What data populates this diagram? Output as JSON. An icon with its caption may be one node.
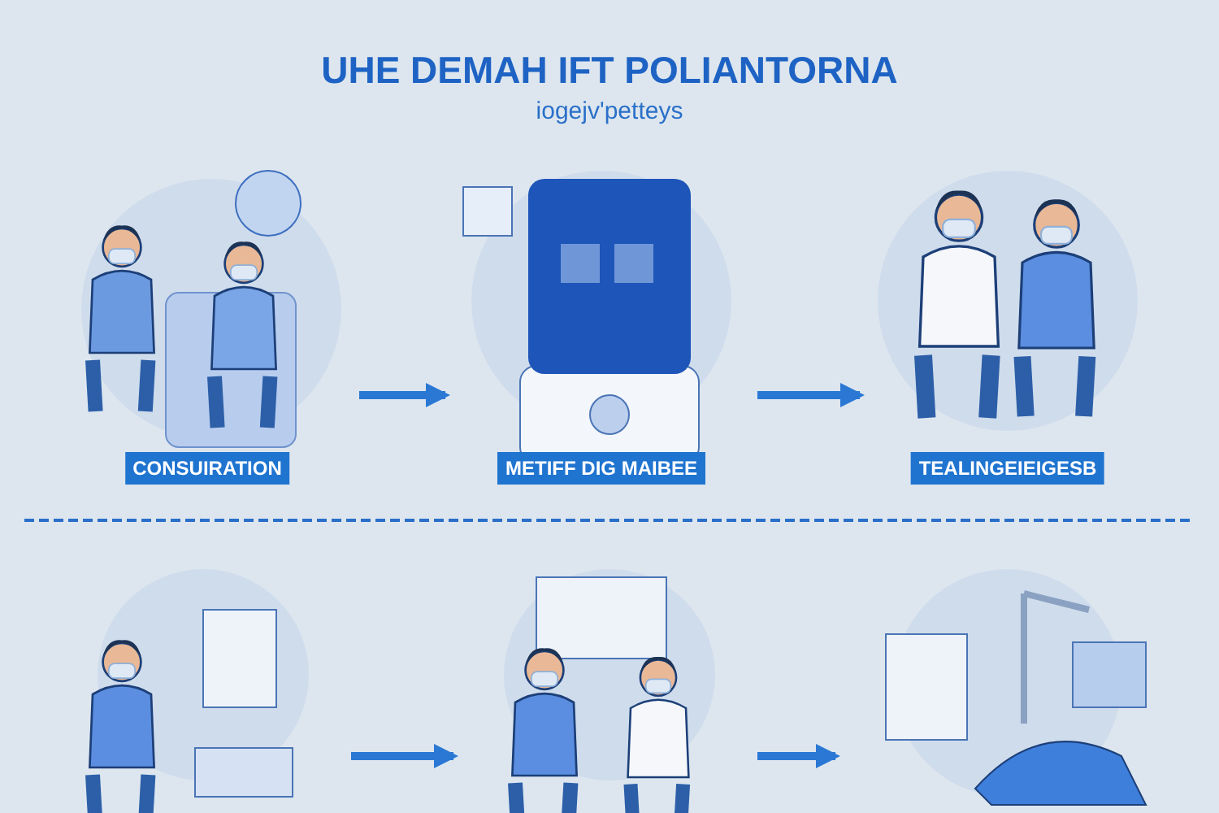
{
  "diagram": {
    "title": "UHE DEMAH IFT POLIANTORNA",
    "caption": "iogejv'petteys",
    "nodes": [
      {
        "text": [
          "CONSUIRATION"
        ]
      },
      {
        "text": [
          "METIFF DIG MAIBEE"
        ]
      },
      {
        "text": [
          "TEALINGEIEIGESB"
        ]
      },
      {
        "text": [],
        "shape": "picture"
      },
      {
        "text": [],
        "shape": "picture"
      },
      {
        "text": [],
        "shape": "picture"
      }
    ],
    "edges": [
      {
        "from": 0,
        "to": 1,
        "arrow": "to"
      },
      {
        "from": 1,
        "to": 2,
        "arrow": "to"
      },
      {
        "from": 3,
        "to": 4,
        "arrow": "to"
      },
      {
        "from": 4,
        "to": 5,
        "arrow": "to"
      }
    ]
  }
}
